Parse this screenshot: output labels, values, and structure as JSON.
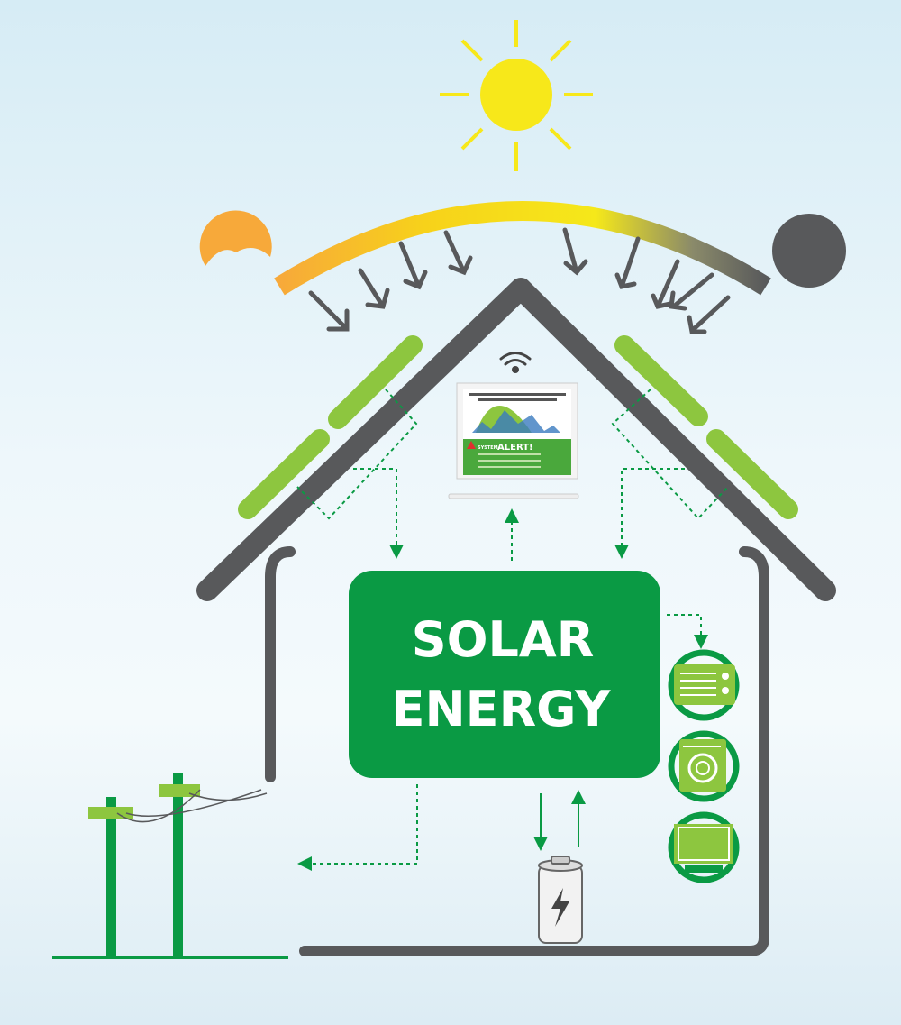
{
  "box": {
    "line1": "SOLAR",
    "line2": "ENERGY"
  },
  "monitor": {
    "alert_prefix": "SYSTEM",
    "alert_label": "ALERT!"
  },
  "colors": {
    "green": "#0a9a44",
    "lime": "#8dc63f",
    "roof": "#58595b",
    "sun": "#f7e81a",
    "orange": "#f7a93a",
    "flow": "#0a9a44"
  },
  "icons": [
    "sun-icon",
    "sunrise-icon",
    "moon-icon",
    "wifi-icon",
    "laptop-icon",
    "solar-panel-icon",
    "battery-icon",
    "radio-icon",
    "washing-machine-icon",
    "tv-icon",
    "power-pole-icon"
  ]
}
